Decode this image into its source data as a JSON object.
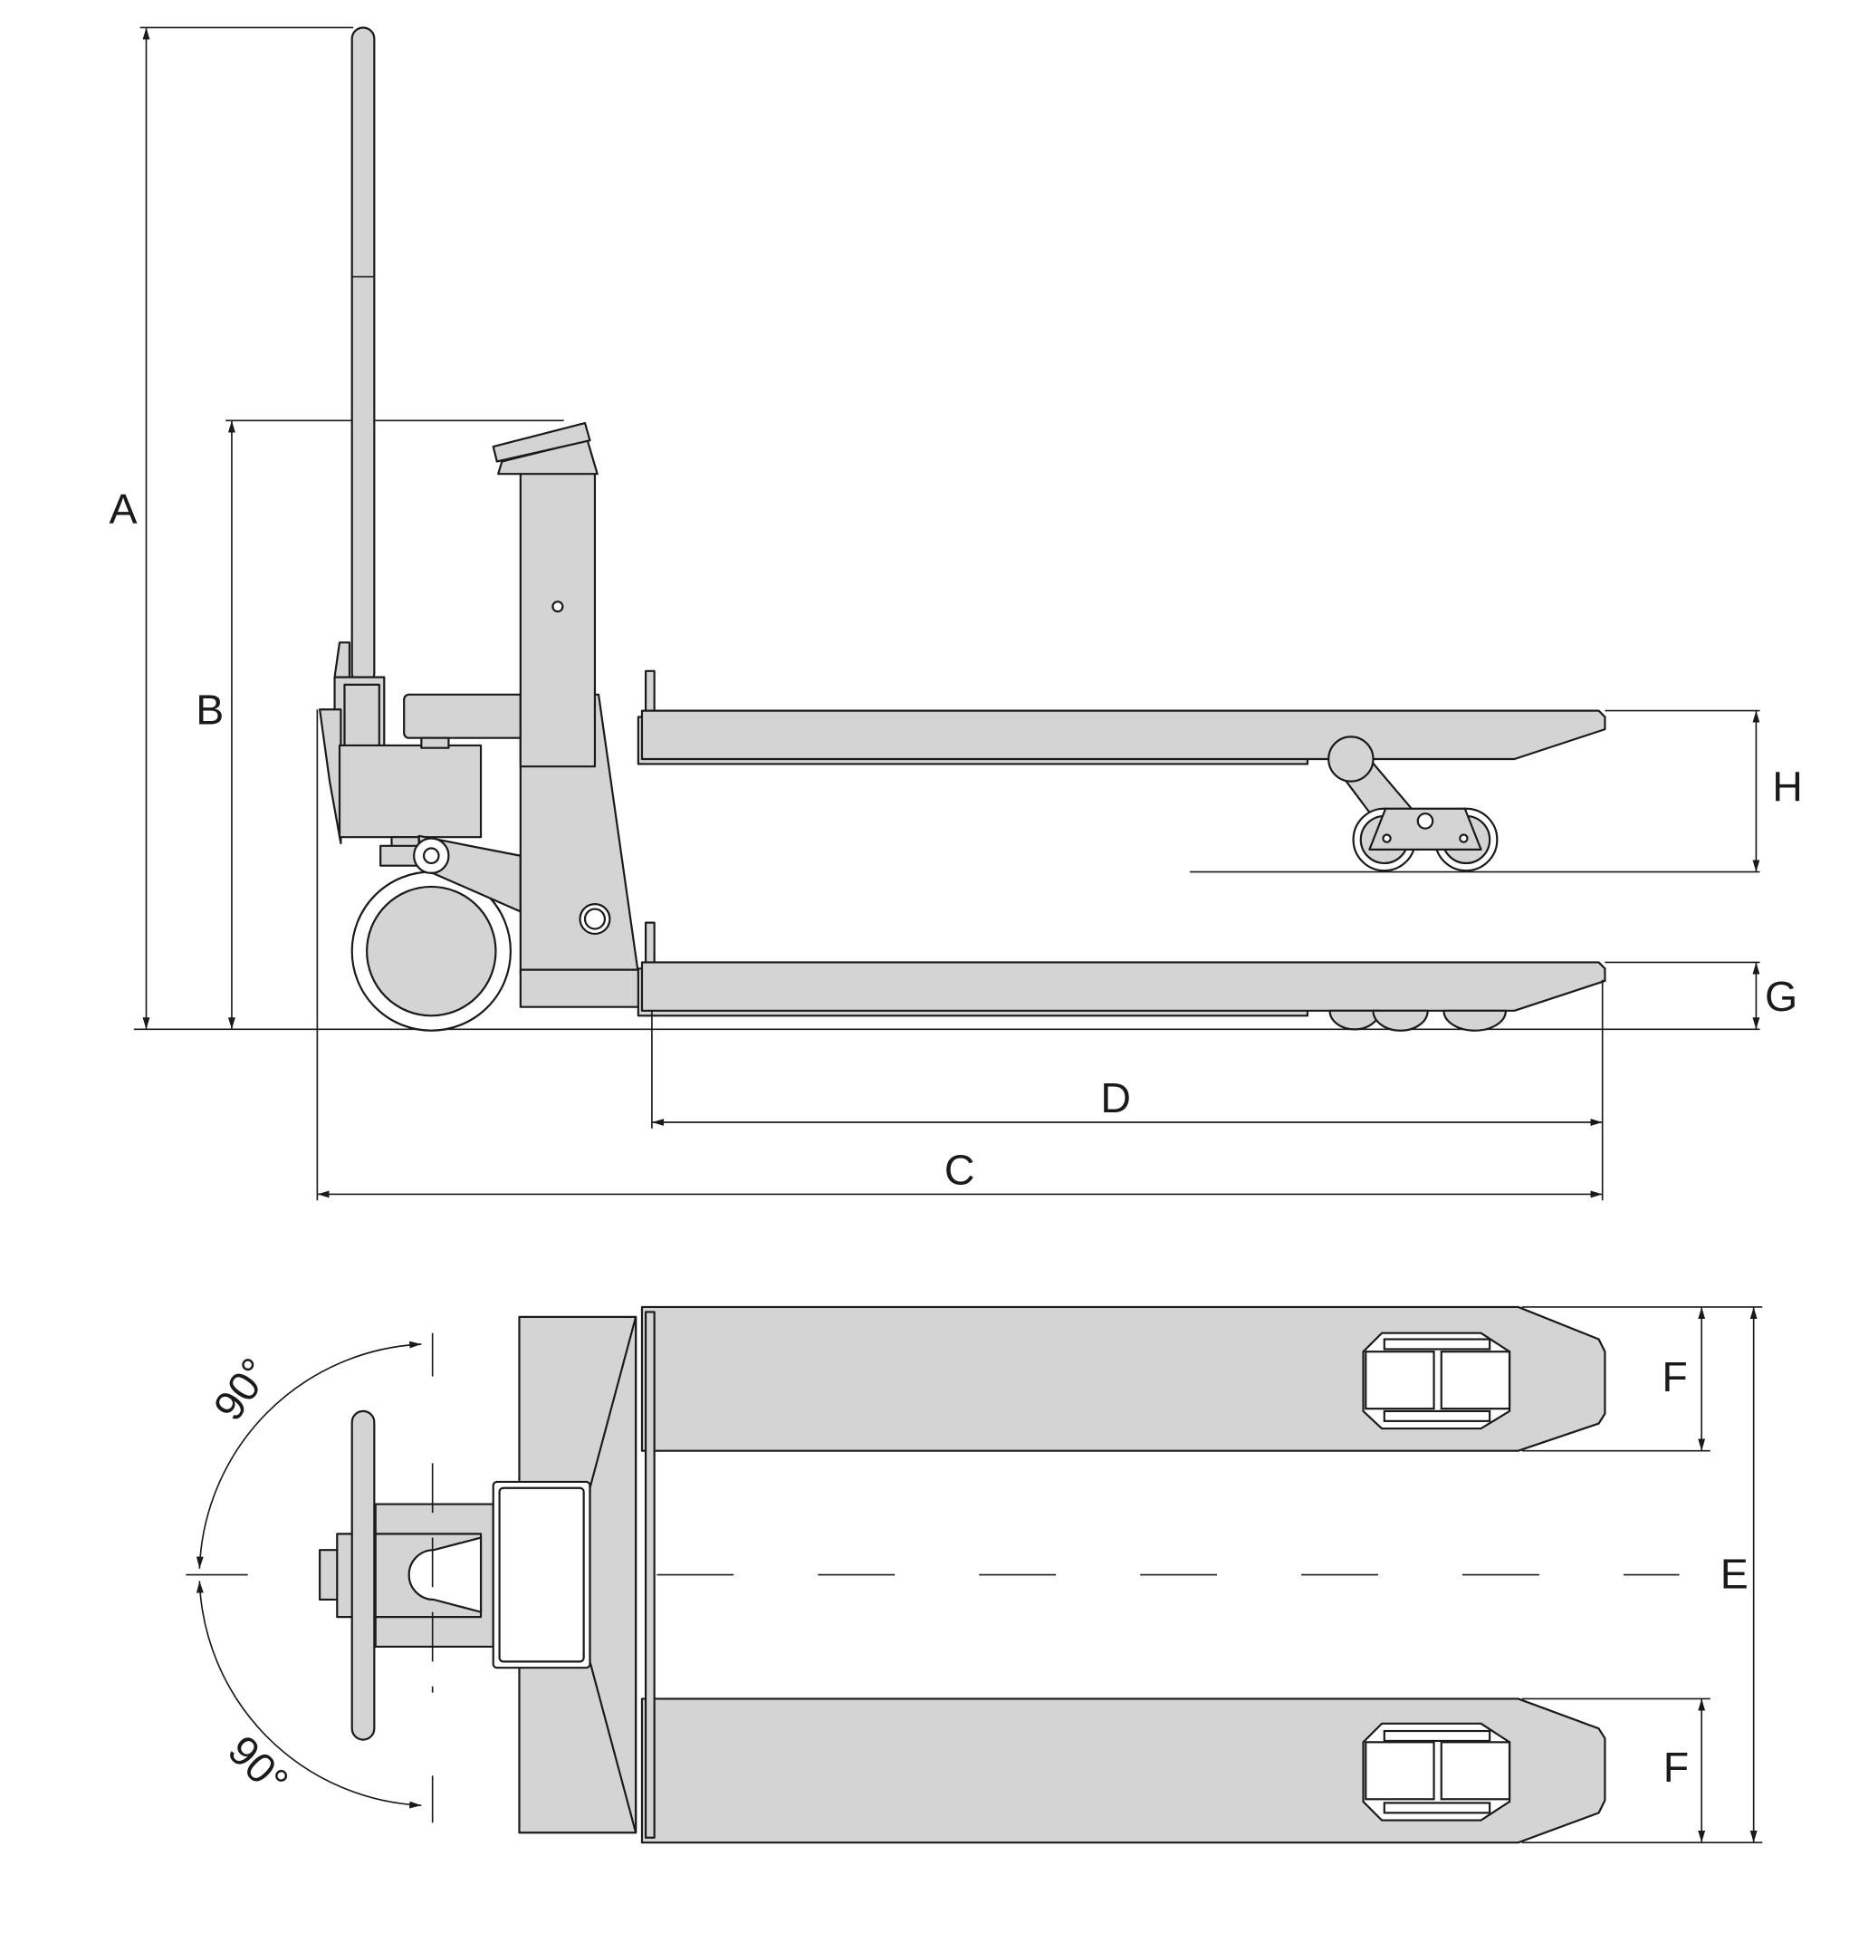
{
  "title": "Pallet truck scale dimension drawing",
  "dimension_labels": {
    "A": "A",
    "B": "B",
    "C": "C",
    "D": "D",
    "E": "E",
    "F_top": "F",
    "F_bottom": "F",
    "G": "G",
    "H": "H"
  },
  "angles": {
    "upper": "90°",
    "lower": "90°"
  },
  "colors": {
    "fill": "#d4d4d4",
    "stroke": "#1a1a1a"
  }
}
